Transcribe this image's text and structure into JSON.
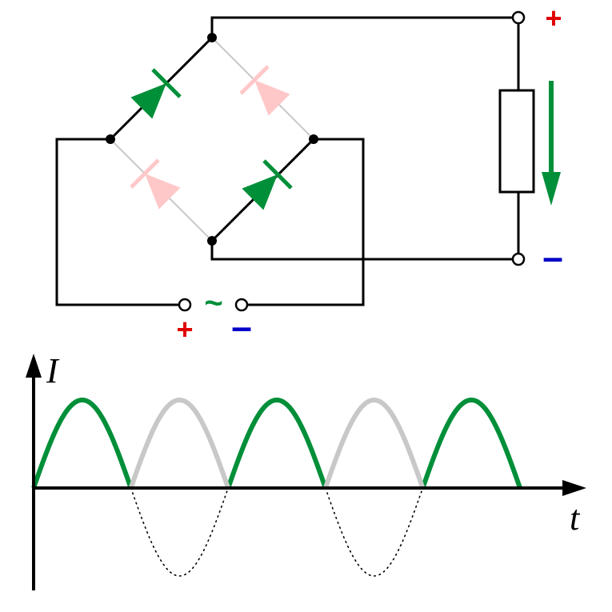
{
  "symbols": {
    "output_plus": "+",
    "output_minus": "–",
    "input_plus": "+",
    "input_minus": "–",
    "ac_symbol": "~"
  },
  "graph": {
    "y_axis_label": "I",
    "x_axis_label": "t"
  },
  "colors": {
    "conducting": "#008f39",
    "blocked": "#ffc8c8",
    "idle_wave": "#c8c8c8",
    "plus": "#e00000",
    "minus": "#0000c8",
    "wire": "#000000"
  },
  "chart_data": {
    "type": "line",
    "xlabel": "t",
    "ylabel": "I",
    "x_period_halfcycles": 5,
    "series": [
      {
        "role": "rectified-active-half-cycles",
        "halfcycles": [
          1,
          3,
          5
        ],
        "style": "solid",
        "color": "#008f39"
      },
      {
        "role": "rectified-other-half-cycles",
        "halfcycles": [
          2,
          4
        ],
        "style": "solid",
        "color": "#c8c8c8"
      },
      {
        "role": "original-negative-half-cycles",
        "halfcycles": [
          2,
          4
        ],
        "style": "dotted",
        "color": "#000000"
      }
    ]
  }
}
